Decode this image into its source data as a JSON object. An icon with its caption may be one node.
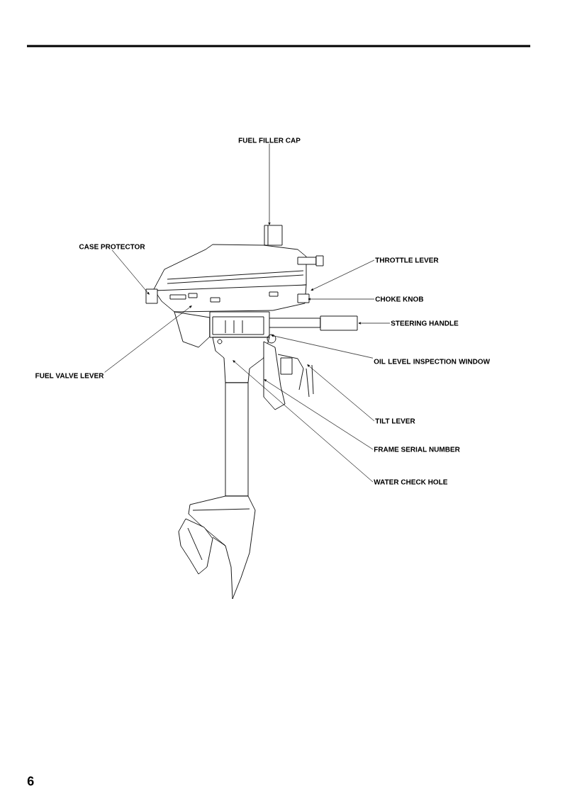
{
  "diagram": {
    "nodes": [
      {
        "text": [
          "FUEL FILLER CAP"
        ]
      },
      {
        "text": [
          "CASE PROTECTOR"
        ]
      },
      {
        "text": [
          "FUEL VALVE LEVER"
        ]
      },
      {
        "text": [
          "THROTTLE LEVER"
        ]
      },
      {
        "text": [
          "CHOKE KNOB"
        ]
      },
      {
        "text": [
          "STEERING HANDLE"
        ]
      },
      {
        "text": [
          "OIL LEVEL INSPECTION WINDOW"
        ]
      },
      {
        "text": [
          "TILT LEVER"
        ]
      },
      {
        "text": [
          "FRAME SERIAL NUMBER"
        ]
      },
      {
        "text": [
          "WATER CHECK HOLE"
        ]
      }
    ],
    "edges": [
      {
        "from": 0,
        "to": null,
        "arrow": "to"
      },
      {
        "from": 1,
        "to": null,
        "arrow": "to"
      },
      {
        "from": 2,
        "to": null,
        "arrow": "to"
      },
      {
        "from": 3,
        "to": null,
        "arrow": "to"
      },
      {
        "from": 4,
        "to": null,
        "arrow": "to"
      },
      {
        "from": 5,
        "to": null,
        "arrow": "to"
      },
      {
        "from": 6,
        "to": null,
        "arrow": "to"
      },
      {
        "from": 7,
        "to": null,
        "arrow": "to"
      },
      {
        "from": 8,
        "to": null,
        "arrow": "to"
      },
      {
        "from": 9,
        "to": null,
        "arrow": "to"
      }
    ],
    "labels": [
      "6"
    ]
  }
}
